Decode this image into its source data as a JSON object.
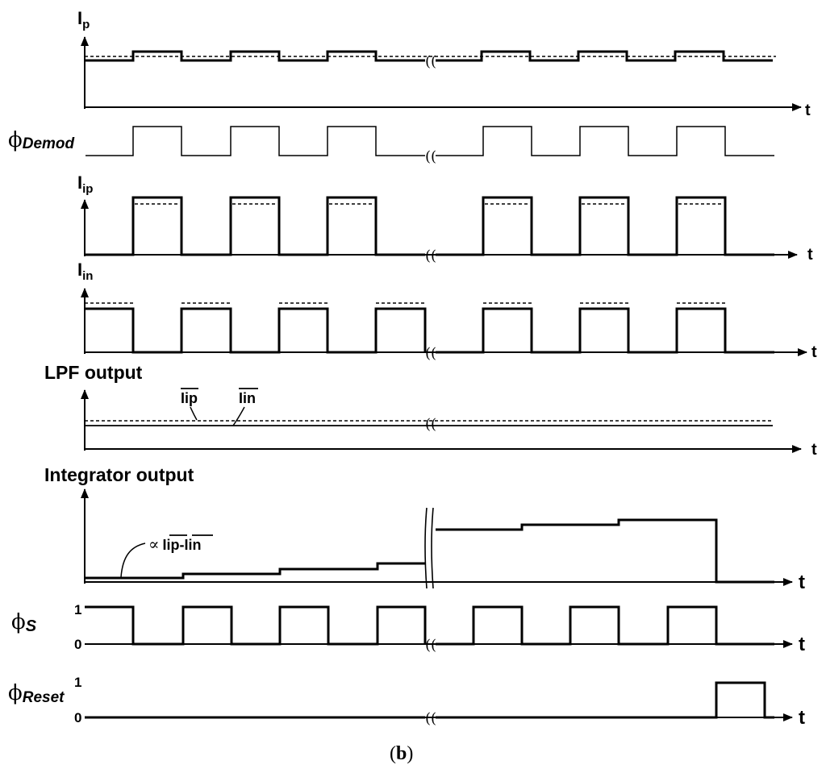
{
  "caption": {
    "open": "(",
    "letter": "b",
    "close": ")"
  },
  "axis_t": "t",
  "break_symbol": "((",
  "signals": {
    "ip": {
      "main": "I",
      "sub": "p"
    },
    "demod": {
      "phi": "ϕ",
      "sub": "Demod"
    },
    "iip": {
      "main": "I",
      "sub": "ip"
    },
    "iin": {
      "main": "I",
      "sub": "in"
    },
    "lpf": {
      "title": "LPF output",
      "ann1": "Iip",
      "ann2": "Iin"
    },
    "integ": {
      "title": "Integrator output",
      "prop": "∝",
      "ann_a": "Iip",
      "dash": "-",
      "ann_b": "Iin"
    },
    "phis": {
      "phi": "ϕ",
      "sub": "S",
      "one": "1",
      "zero": "0"
    },
    "reset": {
      "phi": "ϕ",
      "sub": "Reset",
      "one": "1",
      "zero": "0"
    }
  }
}
